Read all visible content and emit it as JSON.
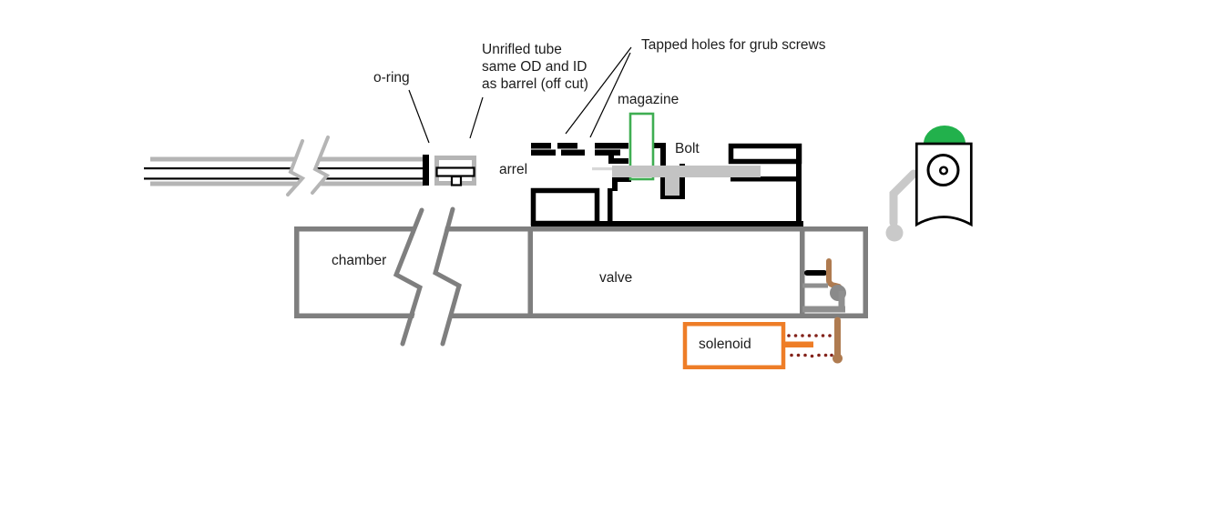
{
  "figure": {
    "title_hint": "hand-drawn airgun mechanism diagram",
    "labels": {
      "o_ring": "o-ring",
      "unrifled_line1": "Unrifled tube",
      "unrifled_line2": "same OD and ID",
      "unrifled_line3": "as barrel (off cut)",
      "tapped_holes": "Tapped holes for grub screws",
      "magazine": "magazine",
      "bolt": "Bolt",
      "barrel": "arrel",
      "chamber": "chamber",
      "valve": "valve",
      "solenoid": "solenoid"
    },
    "colors": {
      "background": "#ffffff",
      "outline_black": "#000000",
      "frame_gray": "#7f7f7f",
      "barrel_light_gray": "#b5b5b5",
      "bolt_gray": "#c3c3c3",
      "bolt_probe_gray": "#d8d8d8",
      "magazine_green": "#3fae52",
      "dome_green": "#22b14c",
      "solenoid_orange": "#ee7d27",
      "pin_brown": "#af7b50",
      "dot_dark_red": "#83221a",
      "hose_gray": "#c9c9c9",
      "poppet_gray": "#8a8a8a"
    }
  }
}
